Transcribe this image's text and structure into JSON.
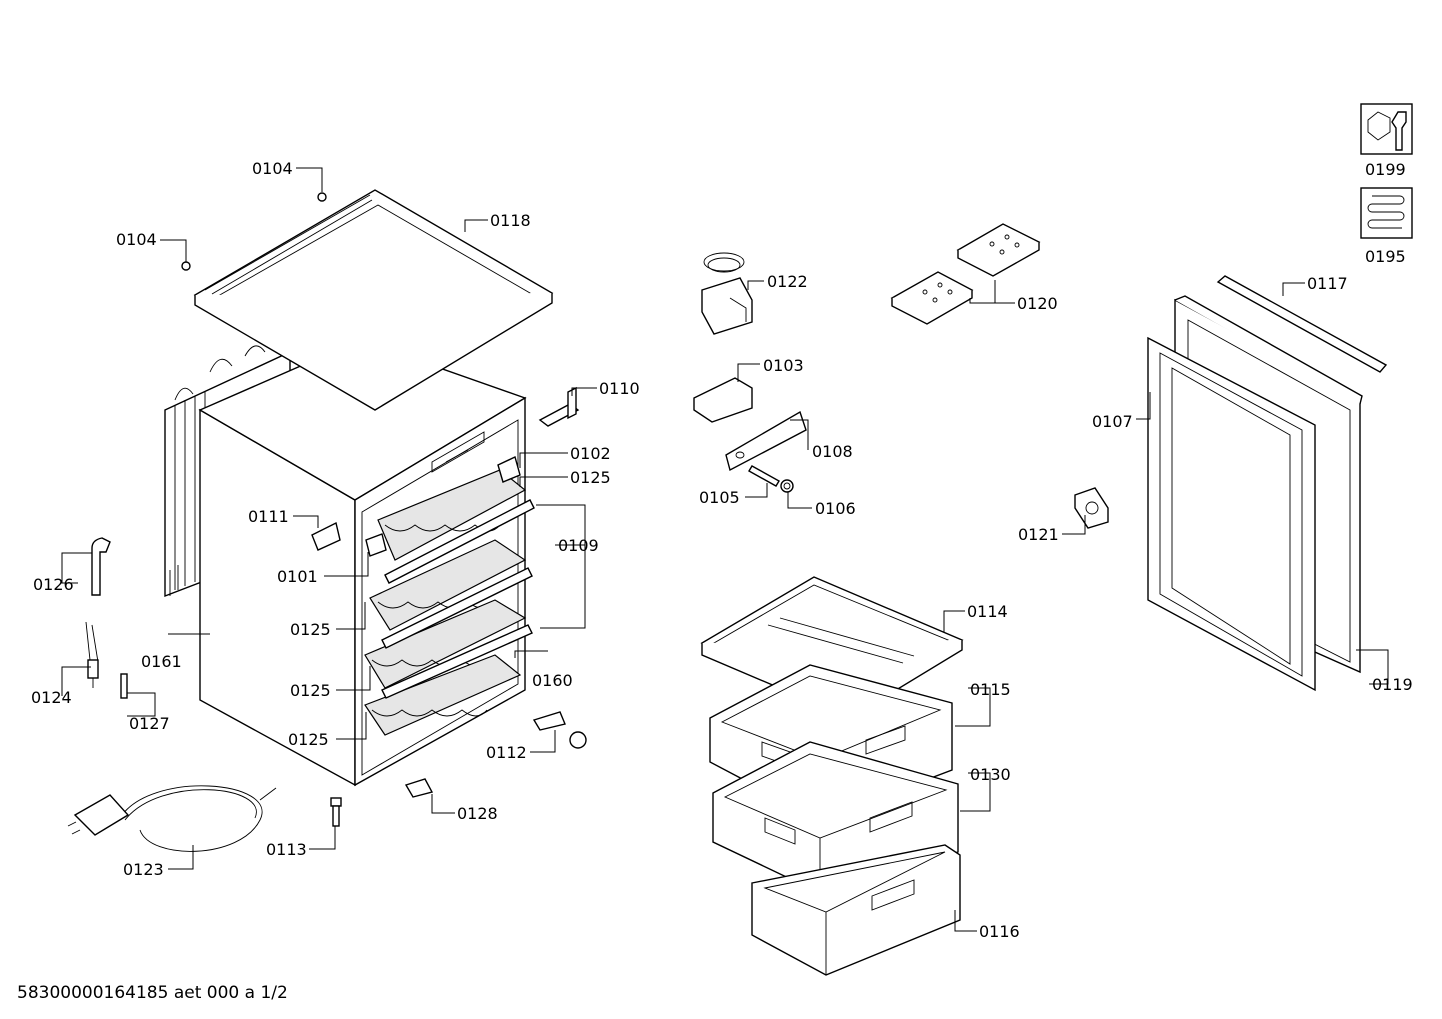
{
  "diagram": {
    "labels": {
      "l0104a": "0104",
      "l0104b": "0104",
      "l0118": "0118",
      "l0122": "0122",
      "l0120": "0120",
      "l0199": "0199",
      "l0195": "0195",
      "l0117": "0117",
      "l0110": "0110",
      "l0103": "0103",
      "l0102": "0102",
      "l0125a": "0125",
      "l0108": "0108",
      "l0107": "0107",
      "l0111": "0111",
      "l0105": "0105",
      "l0106": "0106",
      "l0109": "0109",
      "l0121": "0121",
      "l0126": "0126",
      "l0101": "0101",
      "l0125b": "0125",
      "l0114": "0114",
      "l0161": "0161",
      "l0160": "0160",
      "l0115": "0115",
      "l0124": "0124",
      "l0125c": "0125",
      "l0119": "0119",
      "l0127": "0127",
      "l0125d": "0125",
      "l0112": "0112",
      "l0130": "0130",
      "l0128": "0128",
      "l0113": "0113",
      "l0123": "0123",
      "l0116": "0116"
    },
    "footer": "58300000164185 aet 000 a 1/2"
  }
}
